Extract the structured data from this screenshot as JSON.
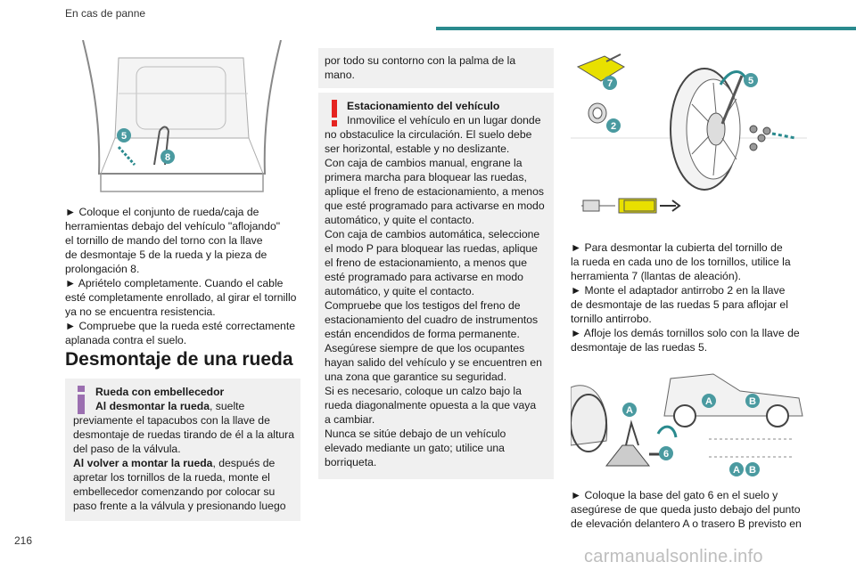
{
  "header": {
    "section": "En cas de panne"
  },
  "page_number": "216",
  "watermark": "carmanualsonline.info",
  "col1": {
    "steps": [
      "► Coloque el conjunto de rueda/caja de",
      "herramientas debajo del vehículo \"aflojando\"",
      "el tornillo de mando del torno con la llave",
      "de desmontaje 5 de la rueda y la pieza de",
      "prolongación 8.",
      "► Apriételo completamente. Cuando el cable",
      "esté completamente enrollado, al girar el tornillo",
      "ya no se encuentra resistencia.",
      "► Compruebe que la rueda esté correctamente",
      "aplanada contra el suelo."
    ],
    "heading": "Desmontaje de una rueda",
    "info_box": {
      "title": "Rueda con embellecedor",
      "l1_bold": "Al desmontar la rueda",
      "l1_rest": ", suelte",
      "l2": "previamente el tapacubos con la llave de",
      "l3": "desmontaje de ruedas tirando de él a la altura",
      "l4": "del paso de la válvula.",
      "l5_bold": "Al volver a montar la rueda",
      "l5_rest": ", después de",
      "l6": "apretar los tornillos de la rueda, monte el",
      "l7": "embellecedor comenzando por colocar su",
      "l8": "paso frente a la válvula y presionando luego"
    },
    "fig_labels": {
      "a": "5",
      "b": "8"
    }
  },
  "col2": {
    "cont_box": {
      "l1": "por todo su contorno con la palma de la",
      "l2": "mano."
    },
    "warn_box": {
      "title": "Estacionamiento del vehículo",
      "lines": [
        "Inmovilice el vehículo en un lugar donde",
        "no obstaculice la circulación. El suelo debe",
        "ser horizontal, estable y no deslizante.",
        "Con caja de cambios manual, engrane la",
        "primera marcha para bloquear las ruedas,",
        "aplique el freno de estacionamiento, a menos",
        "que esté programado para activarse en modo",
        "automático, y quite el contacto.",
        "Con caja de cambios automática, seleccione",
        "el modo P para bloquear las ruedas, aplique",
        "el freno de estacionamiento, a menos que",
        "esté programado para activarse en modo",
        "automático, y quite el contacto.",
        "Compruebe que los testigos del freno de",
        "estacionamiento del cuadro de instrumentos",
        "están encendidos de forma permanente.",
        "Asegúrese siempre de que los ocupantes",
        "hayan salido del vehículo y se encuentren en",
        "una zona que garantice su seguridad.",
        "Si es necesario, coloque un calzo bajo la",
        "rueda diagonalmente opuesta a la que vaya",
        "a cambiar.",
        "Nunca se sitúe debajo de un vehículo",
        "elevado mediante un gato; utilice una",
        "borriqueta."
      ]
    }
  },
  "col3": {
    "fig1_labels": {
      "a": "7",
      "b": "5",
      "c": "2"
    },
    "steps1": [
      "► Para desmontar la cubierta del tornillo de",
      "la rueda en cada uno de los tornillos, utilice la",
      "herramienta 7 (llantas de aleación).",
      "► Monte el adaptador antirrobo 2 en la llave",
      "de desmontaje de las ruedas 5 para aflojar el",
      "tornillo antirrobo.",
      "► Afloje los demás tornillos solo con la llave de",
      "desmontaje de las ruedas 5."
    ],
    "fig2_labels": {
      "a": "A",
      "b": "B",
      "c": "6"
    },
    "steps2": [
      "► Coloque la base del gato 6 en el suelo y",
      "asegúrese de que queda justo debajo del punto",
      "de elevación delantero A o trasero B previsto en"
    ]
  },
  "colors": {
    "accent": "#2a8a8e",
    "label": "#4a9aa0",
    "warn": "#e52421",
    "info": "#9b6fb0",
    "box": "#f0f0f0"
  }
}
